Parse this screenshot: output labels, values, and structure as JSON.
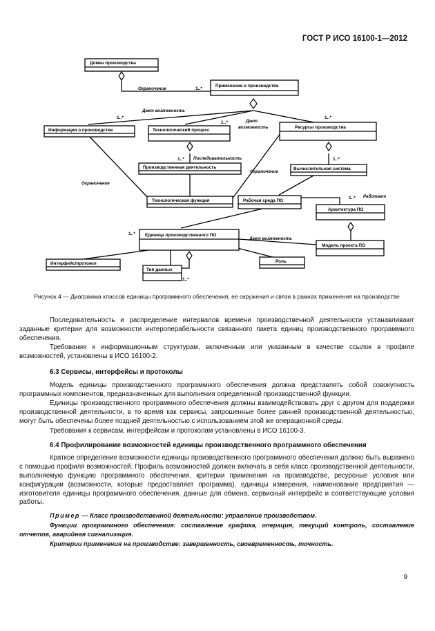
{
  "header": {
    "standard": "ГОСТ Р ИСО 16100-1—2012"
  },
  "diagram": {
    "classes": {
      "domain": "Домен производства",
      "application": "Применение в производстве",
      "info": "Информация о производстве",
      "tech_process": "Технологический процесс",
      "resources": "Ресурсы производства",
      "prod_activity": "Производственная деятельность",
      "computing_system": "Вычислительная система",
      "tech_function": "Технологическая функция",
      "work_env": "Рабочая среда ПО",
      "arch": "Архитектура ПО",
      "unit": "Единица производственного ПО",
      "model": "Модель проекта ПО",
      "interface": "Интерфейс/протокол",
      "data_type": "Тип данных",
      "role": "Роль"
    },
    "labels": {
      "restriction": "Ограничение",
      "gives_ability": "Дает возможность",
      "gives_ability_split_1": "Дает",
      "gives_ability_split_2": "возможность",
      "sequence": "Последовательность",
      "works": "Работает"
    },
    "multiplicity": {
      "one_many": "1..*"
    }
  },
  "figure_caption": "Рисунок 4 — Диаграмма классов единицы программного обеспечения, ее окружения и связи в рамках применения на производстве",
  "body": {
    "p1": "Последовательность и распределение интервалов времени производственной деятельности устанавливают заданные критерии для возможности интероперабельности связанного пакета единиц производственного программного обеспечения.",
    "p2": "Требования к информационным структурам, включенным или указанным в качестве ссылок в профиле возможностей, установлены в ИСО 16100-2.",
    "h63": "6.3 Сервисы, интерфейсы и протоколы",
    "p3": "Модель единицы производственного программного обеспечения должна представлять собой совокупность программных компонентов, предназначенных для выполнения определенной производственной функции.",
    "p4": "Единицы производственного программного обеспечения должны взаимодействовать друг с другом для поддержки производственной деятельности, в то время как сервисы, запрошенные более ранней производственной деятельностью, могут быть обеспечены более поздней деятельностью с использованием этой же операционной среды.",
    "p5": "Требования к сервисам, интерфейсам и протоколам установлены в ИСО 16100-3.",
    "h64": "6.4 Профилирование возможностей единицы производственного программного обеспечения",
    "p6": "Краткое определение возможности единицы производственного программного обеспечения должно быть выражено с помощью профиля возможностей. Профиль возможностей должен включать в себя класс производственной деятельности, выполняемую функцию программного обеспечения, критерии применения на производстве, ресурсные условия или конфигурации (возможности, которые предоставляет программа), единицы измерения, наименование предприятия — изготовителя единицы программного обеспечения, данные для обмена, сервисный интерфейс и соответствующие условия работы.",
    "ex_label": "Пример",
    "ex1": "— Класс производственной деятельности: управление производством.",
    "ex2": "Функции программного обеспечения: составление графика, операция, текущий контроль, составление отчетов, аварийная сигнализация.",
    "ex3": "Критерии применения на производстве: завершенность, своевременность, точность."
  },
  "footer": {
    "page_number": "9"
  }
}
